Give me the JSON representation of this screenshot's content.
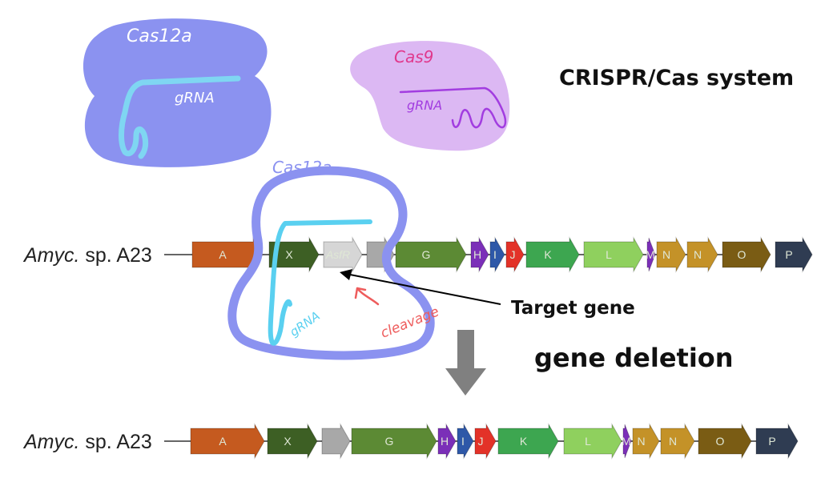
{
  "title": "CRISPR/Cas system",
  "proteins": [
    {
      "name": "Cas12a",
      "guide_label": "gRNA",
      "body_color": "#8b92f0",
      "guide_color": "#7fd6f2",
      "label_color": "#ffffff"
    },
    {
      "name": "Cas9",
      "guide_label": "gRNA",
      "body_color": "#dcb8f3",
      "guide_color": "#a23de0",
      "label_color": "#e0388c"
    }
  ],
  "complex": {
    "name": "Cas12a",
    "guide_label": "gRNA",
    "cleavage_label": "cleavage",
    "outline_color": "#8b92f0",
    "guide_color": "#5ad0f0",
    "cleavage_color": "#ee5c5c"
  },
  "target_label": "Target gene",
  "step_label": "gene deletion",
  "arrow_color": "#808080",
  "loci": [
    {
      "label_italic": "Amyc.",
      "label_rest": " sp. A23",
      "genes": [
        {
          "label": "A",
          "color": "#c55a1f"
        },
        {
          "label": "X",
          "color": "#3d5f24"
        },
        {
          "label": "AsfR",
          "color": "#d6d6d6",
          "dark_text": true
        },
        {
          "label": "",
          "color": "#a8a8a8"
        },
        {
          "label": "G",
          "color": "#5c8a34"
        },
        {
          "label": "H",
          "color": "#7b2fb8"
        },
        {
          "label": "I",
          "color": "#2e58a8"
        },
        {
          "label": "J",
          "color": "#e33228"
        },
        {
          "label": "K",
          "color": "#3da650"
        },
        {
          "label": "L",
          "color": "#8fd05e"
        },
        {
          "label": "M",
          "color": "#7b2fb8"
        },
        {
          "label": "N",
          "color": "#c49228"
        },
        {
          "label": "N",
          "color": "#c49228"
        },
        {
          "label": "O",
          "color": "#7a5c14"
        },
        {
          "label": "P",
          "color": "#2f3c52"
        }
      ]
    },
    {
      "label_italic": "Amyc.",
      "label_rest": " sp. A23",
      "genes": [
        {
          "label": "A",
          "color": "#c55a1f"
        },
        {
          "label": "X",
          "color": "#3d5f24"
        },
        {
          "label": "",
          "color": "#a8a8a8"
        },
        {
          "label": "G",
          "color": "#5c8a34"
        },
        {
          "label": "H",
          "color": "#7b2fb8"
        },
        {
          "label": "I",
          "color": "#2e58a8"
        },
        {
          "label": "J",
          "color": "#e33228"
        },
        {
          "label": "K",
          "color": "#3da650"
        },
        {
          "label": "L",
          "color": "#8fd05e"
        },
        {
          "label": "M",
          "color": "#7b2fb8"
        },
        {
          "label": "N",
          "color": "#c49228"
        },
        {
          "label": "N",
          "color": "#c49228"
        },
        {
          "label": "O",
          "color": "#7a5c14"
        },
        {
          "label": "P",
          "color": "#2f3c52"
        }
      ]
    }
  ]
}
